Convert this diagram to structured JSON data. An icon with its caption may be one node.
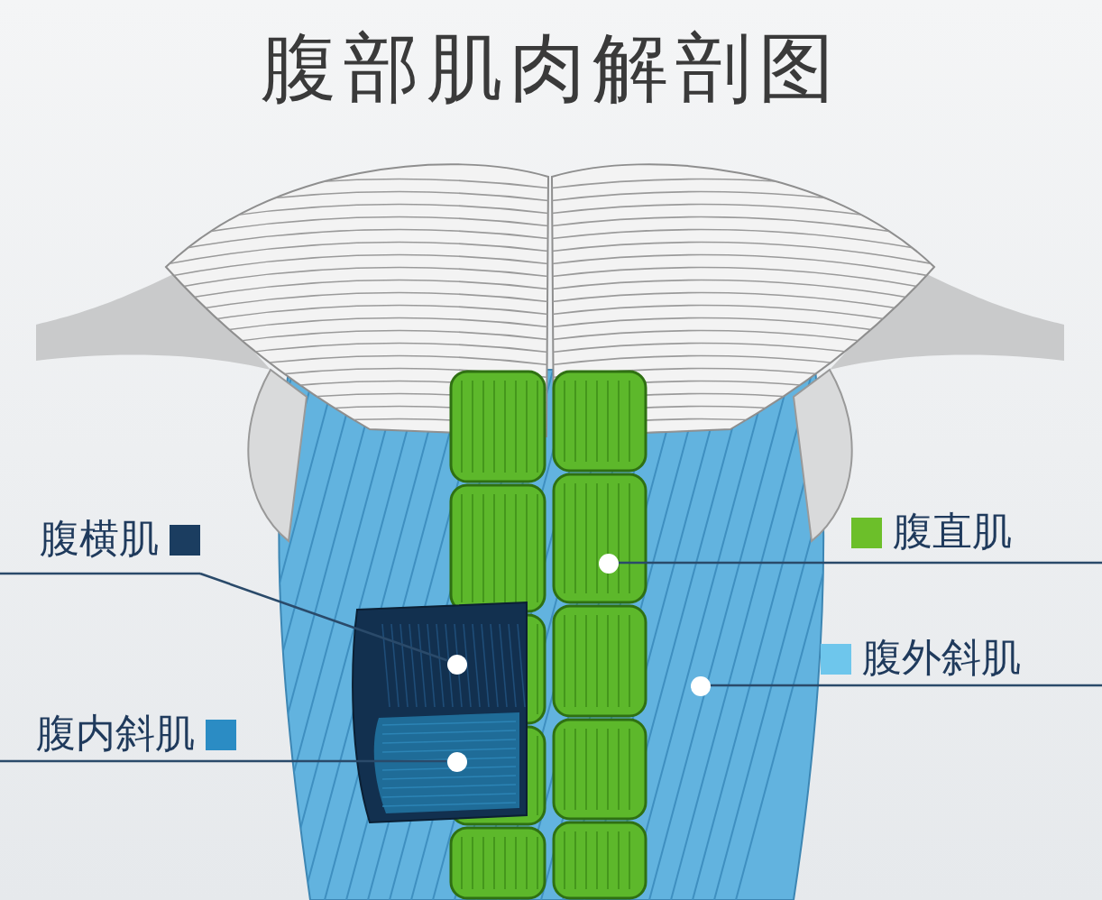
{
  "diagram": {
    "title": "腹部肌肉解剖图",
    "nodes": [
      {
        "text": [
          "腹横肌"
        ]
      },
      {
        "text": [
          "腹直肌"
        ]
      },
      {
        "text": [
          "腹外斜肌"
        ]
      },
      {
        "text": [
          "腹内斜肌"
        ]
      },
      {
        "text": [],
        "shape": "circle"
      },
      {
        "text": [],
        "shape": "circle"
      },
      {
        "text": [],
        "shape": "circle"
      },
      {
        "text": [],
        "shape": "circle"
      }
    ],
    "edges": [
      {
        "from": 0,
        "to": 5,
        "arrow": "none"
      },
      {
        "from": 1,
        "to": 4,
        "arrow": "none"
      },
      {
        "from": 2,
        "to": 6,
        "arrow": "none"
      },
      {
        "from": 3,
        "to": 7,
        "arrow": "none"
      }
    ]
  }
}
